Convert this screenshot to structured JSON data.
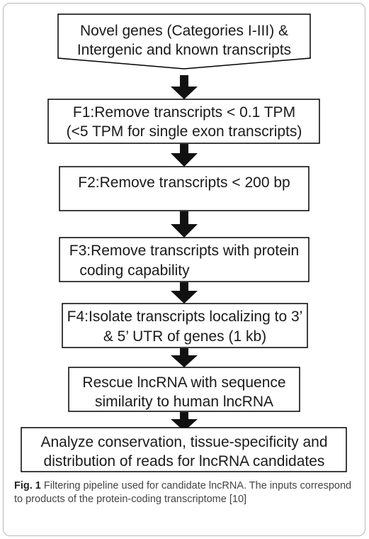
{
  "diagram": {
    "steps": [
      [
        "Novel genes (Categories I-III) &",
        "Intergenic and known transcripts"
      ],
      [
        "F1:Remove transcripts < 0.1 TPM",
        "(<5 TPM for single exon transcripts)"
      ],
      [
        "F2:Remove transcripts < 200 bp"
      ],
      [
        "F3:Remove transcripts with protein",
        "coding capability"
      ],
      [
        "F4:Isolate transcripts localizing to 3’",
        "& 5’ UTR of genes (1 kb)"
      ],
      [
        "Rescue lncRNA with sequence",
        "similarity to human lncRNA"
      ],
      [
        "Analyze conservation, tissue-specificity and",
        "distribution of reads for lncRNA candidates"
      ]
    ]
  },
  "caption": {
    "label": "Fig. 1",
    "text": "Filtering pipeline used for candidate lncRNA. The inputs correspond to products of the protein-coding transcriptome [10]"
  }
}
